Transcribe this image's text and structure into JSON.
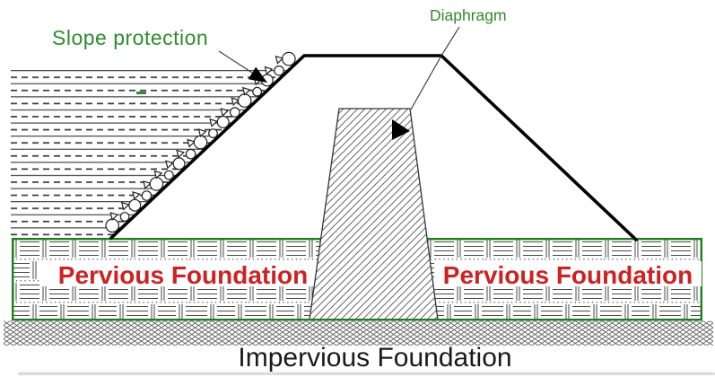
{
  "labels": {
    "slope_protection": "Slope protection",
    "diaphragm": "Diaphragm",
    "pervious_foundation_left": "Pervious Foundation",
    "pervious_foundation_right": "Pervious Foundation",
    "impervious_foundation": "Impervious Foundation"
  },
  "icons": {
    "slope_protection_arrowhead": "filled triangle ▶",
    "diaphragm_arrowhead": "filled triangle ▶"
  },
  "colors": {
    "label_green": "#2e8b2e",
    "foundation_line_green": "#1f7d1f",
    "pervious_text_red": "#cc2222",
    "impervious_text_black": "#1a1a1a",
    "dam_outline_black": "#000000",
    "hatch_gray": "#4a4a4a",
    "water_line_gray": "#3a3a3a"
  }
}
